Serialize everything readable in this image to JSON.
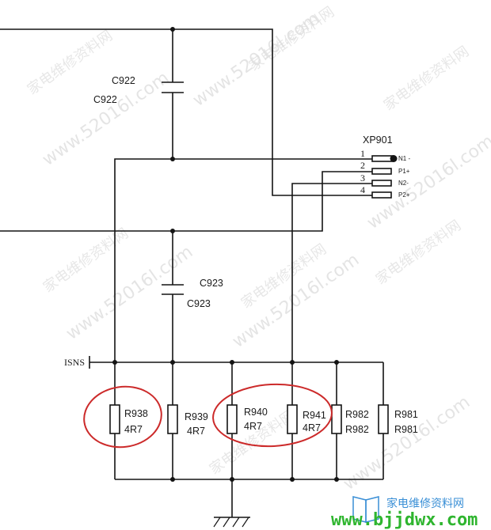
{
  "connector": {
    "ref": "XP901",
    "pins": [
      {
        "num": "1",
        "name": "N1 -"
      },
      {
        "num": "2",
        "name": "P1+"
      },
      {
        "num": "3",
        "name": "N2-"
      },
      {
        "num": "4",
        "name": "P2+"
      }
    ]
  },
  "capacitors": [
    {
      "ref": "C922",
      "ref_dup": "C922"
    },
    {
      "ref": "C923",
      "ref_dup": "C923"
    }
  ],
  "net_label": "ISNS",
  "resistors": [
    {
      "ref": "R938",
      "value": "4R7",
      "highlighted": true
    },
    {
      "ref": "R939",
      "value": "4R7",
      "highlighted": false
    },
    {
      "ref": "R940",
      "value": "4R7",
      "highlighted": true
    },
    {
      "ref": "R941",
      "value": "4R7",
      "highlighted": true
    },
    {
      "ref": "R982",
      "value": "R982",
      "highlighted": false
    },
    {
      "ref": "R981",
      "value": "R981",
      "highlighted": false
    }
  ],
  "watermark": {
    "repeated_text": "www.52016l.com",
    "cjk_text": "家电维修资料网"
  },
  "brand": {
    "url": "www.bjjdwx.com",
    "cjk": "家电维修资料网"
  },
  "colors": {
    "wire": "#141414",
    "highlight": "#cc2a2a",
    "brand_url": "#2fb52f",
    "brand_cjk": "#3a8fd6"
  }
}
